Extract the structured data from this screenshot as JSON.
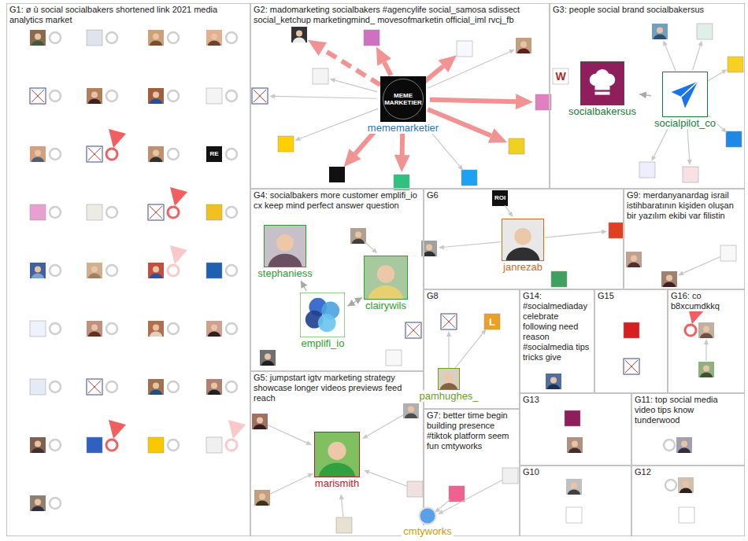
{
  "diagram": {
    "nodes": [
      {
        "text": [
          "G1: ø ù social socialbakers shortened link 2021 media analytics market"
        ]
      },
      {
        "text": [
          "G2: madomarketing socialbakers #agencylife social_samosa sdissect social_ketchup marketingmind_ movesofmarketin official_iml rvcj_fb"
        ]
      },
      {
        "text": [
          "MEME MARKETIER",
          "mememarketier"
        ],
        "in": 1
      },
      {
        "text": [
          "G3: people social brand socialbakersus"
        ]
      },
      {
        "text": [
          "socialbakersus"
        ],
        "in": 3
      },
      {
        "text": [
          "socialpilot_co"
        ],
        "in": 3
      },
      {
        "text": [
          "G4: socialbakers more customer emplifi_io cx keep mind perfect answer question"
        ]
      },
      {
        "text": [
          "stephaniess"
        ],
        "in": 6
      },
      {
        "text": [
          "emplifi_io"
        ],
        "in": 6
      },
      {
        "text": [
          "clairywils"
        ],
        "in": 6
      },
      {
        "text": [
          "G6"
        ]
      },
      {
        "text": [
          "janrezab"
        ],
        "in": 10
      },
      {
        "text": [
          "G9: merdanyanardag israil istihbaratının kişiden oluşan bir yazılım ekibi var filistin"
        ]
      },
      {
        "text": [
          "G5: jumpstart igtv marketing strategy showcase longer videos previews feed reach"
        ]
      },
      {
        "text": [
          "marismith"
        ],
        "in": 13
      },
      {
        "text": [
          "G8"
        ]
      },
      {
        "text": [
          "pamhughes_"
        ],
        "in": 15
      },
      {
        "text": [
          "G7: better time begin building presence #tiktok platform seem fun cmtyworks"
        ]
      },
      {
        "text": [
          "cmtyworks"
        ],
        "in": 17
      },
      {
        "text": [
          "G14: #socialmediaday celebrate following need reason #socialmedia tips tricks give"
        ]
      },
      {
        "text": [
          "G15"
        ]
      },
      {
        "text": [
          "G16: co b8xcumdkkq"
        ]
      },
      {
        "text": [
          "G13"
        ]
      },
      {
        "text": [
          "G11: top social media video tips know tunderwood"
        ]
      },
      {
        "text": [
          "G10"
        ]
      },
      {
        "text": [
          "G12"
        ]
      }
    ],
    "edges": [
      {
        "from": 5,
        "to": 4,
        "arrow": "to"
      },
      {
        "from": 8,
        "to": 7,
        "arrow": "to"
      },
      {
        "from": 8,
        "to": 9,
        "arrow": "both"
      }
    ],
    "labels": [
      "RE",
      "W",
      "ROI",
      "L"
    ]
  }
}
